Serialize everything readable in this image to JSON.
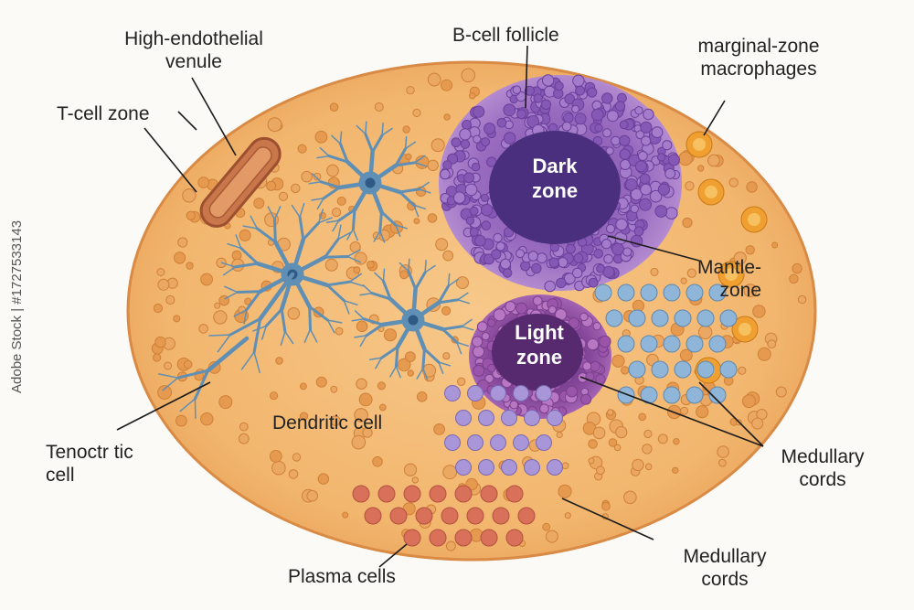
{
  "labels": {
    "hev": [
      "High-endothelial",
      "venule"
    ],
    "t_cell_zone": "T-cell zone",
    "b_cell_follicle": "B-cell follicle",
    "marginal_zone": [
      "marginal-zone",
      "macrophages"
    ],
    "dark_zone": [
      "Dark",
      "zone"
    ],
    "light_zone": [
      "Light",
      "zone"
    ],
    "mantle_zone": [
      "Mantle-",
      "zone"
    ],
    "dendritic_cell": "Dendritic cell",
    "tenoctric_cell": [
      "Tenoctr tic",
      "cell"
    ],
    "medullary_cords_1": [
      "Medullary",
      "cords"
    ],
    "medullary_cords_2": [
      "Medullary",
      "cords"
    ],
    "plasma_cells": "Plasma cells"
  },
  "watermark": "Adobe Stock | #1727533143",
  "colors": {
    "tissue": "#f2b66e",
    "tissue_edge": "#d98a44",
    "follicle": "#9a6cc0",
    "dark_zone": "#4a2f7e",
    "light_zone": "#7d3f93",
    "dendritic": "#5f8fb5",
    "plasma": "#d9715a",
    "blue_cells": "#8fb6d8",
    "violet_cells": "#a996d8",
    "macrophage": "#f0a030"
  },
  "icons": {
    "dendritic_cell": "dendritic-cell-shape",
    "venule": "venule-shape"
  }
}
